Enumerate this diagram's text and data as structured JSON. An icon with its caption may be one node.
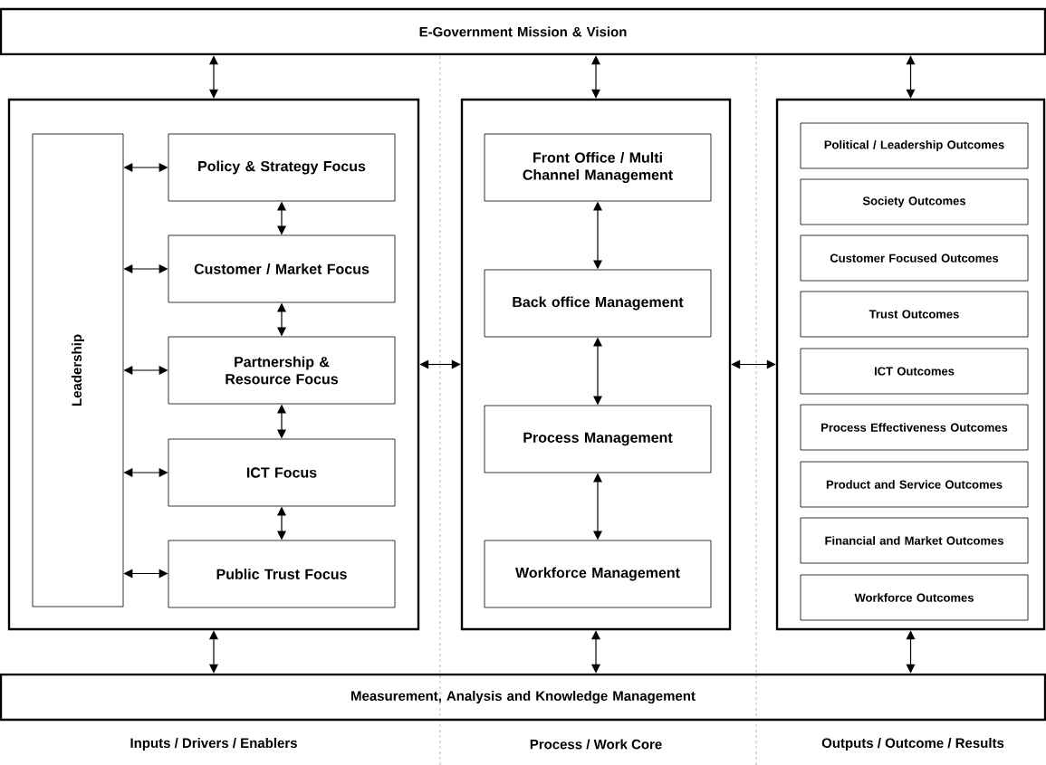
{
  "diagram": {
    "nodes": [
      {
        "text": [
          "E-Government Mission & Vision"
        ]
      },
      {
        "text": [],
        "shape": "box"
      },
      {
        "text": [
          "Leadership"
        ],
        "in": 1
      },
      {
        "text": [
          "Policy & Strategy Focus"
        ],
        "in": 1
      },
      {
        "text": [
          "Customer / Market Focus"
        ],
        "in": 1
      },
      {
        "text": [
          "Partnership & Resource Focus"
        ],
        "in": 1
      },
      {
        "text": [
          "ICT Focus"
        ],
        "in": 1
      },
      {
        "text": [
          "Public Trust Focus"
        ],
        "in": 1
      },
      {
        "text": [],
        "shape": "box"
      },
      {
        "text": [
          "Front Office / Multi Channel Management"
        ],
        "in": 8
      },
      {
        "text": [
          "Back office Management"
        ],
        "in": 8
      },
      {
        "text": [
          "Process Management"
        ],
        "in": 8
      },
      {
        "text": [
          "Workforce Management"
        ],
        "in": 8
      },
      {
        "text": [],
        "shape": "box"
      },
      {
        "text": [
          "Political / Leadership Outcomes"
        ],
        "in": 13
      },
      {
        "text": [
          "Society Outcomes"
        ],
        "in": 13
      },
      {
        "text": [
          "Customer Focused Outcomes"
        ],
        "in": 13
      },
      {
        "text": [
          "Trust Outcomes"
        ],
        "in": 13
      },
      {
        "text": [
          "ICT Outcomes"
        ],
        "in": 13
      },
      {
        "text": [
          "Process Effectiveness Outcomes"
        ],
        "in": 13
      },
      {
        "text": [
          "Product and Service Outcomes"
        ],
        "in": 13
      },
      {
        "text": [
          "Financial and Market Outcomes"
        ],
        "in": 13
      },
      {
        "text": [
          "Workforce Outcomes"
        ],
        "in": 13
      },
      {
        "text": [
          "Measurement, Analysis and Knowledge Management"
        ]
      }
    ],
    "edges": [
      {
        "from": 0,
        "to": 1,
        "arrow": "both"
      },
      {
        "from": 0,
        "to": 8,
        "arrow": "both"
      },
      {
        "from": 0,
        "to": 13,
        "arrow": "both"
      },
      {
        "from": 2,
        "to": 3,
        "arrow": "both"
      },
      {
        "from": 2,
        "to": 4,
        "arrow": "both"
      },
      {
        "from": 2,
        "to": 5,
        "arrow": "both"
      },
      {
        "from": 2,
        "to": 6,
        "arrow": "both"
      },
      {
        "from": 2,
        "to": 7,
        "arrow": "both"
      },
      {
        "from": 3,
        "to": 4,
        "arrow": "both"
      },
      {
        "from": 4,
        "to": 5,
        "arrow": "both"
      },
      {
        "from": 5,
        "to": 6,
        "arrow": "both"
      },
      {
        "from": 6,
        "to": 7,
        "arrow": "both"
      },
      {
        "from": 9,
        "to": 10,
        "arrow": "both"
      },
      {
        "from": 10,
        "to": 11,
        "arrow": "both"
      },
      {
        "from": 11,
        "to": 12,
        "arrow": "both"
      },
      {
        "from": 1,
        "to": 8,
        "arrow": "both"
      },
      {
        "from": 8,
        "to": 13,
        "arrow": "both"
      },
      {
        "from": 1,
        "to": 23,
        "arrow": "both"
      },
      {
        "from": 8,
        "to": 23,
        "arrow": "both"
      },
      {
        "from": 13,
        "to": 23,
        "arrow": "both"
      }
    ],
    "labels": [
      "Inputs / Drivers / Enablers",
      "Process / Work Core",
      "Outputs / Outcome / Results"
    ]
  }
}
